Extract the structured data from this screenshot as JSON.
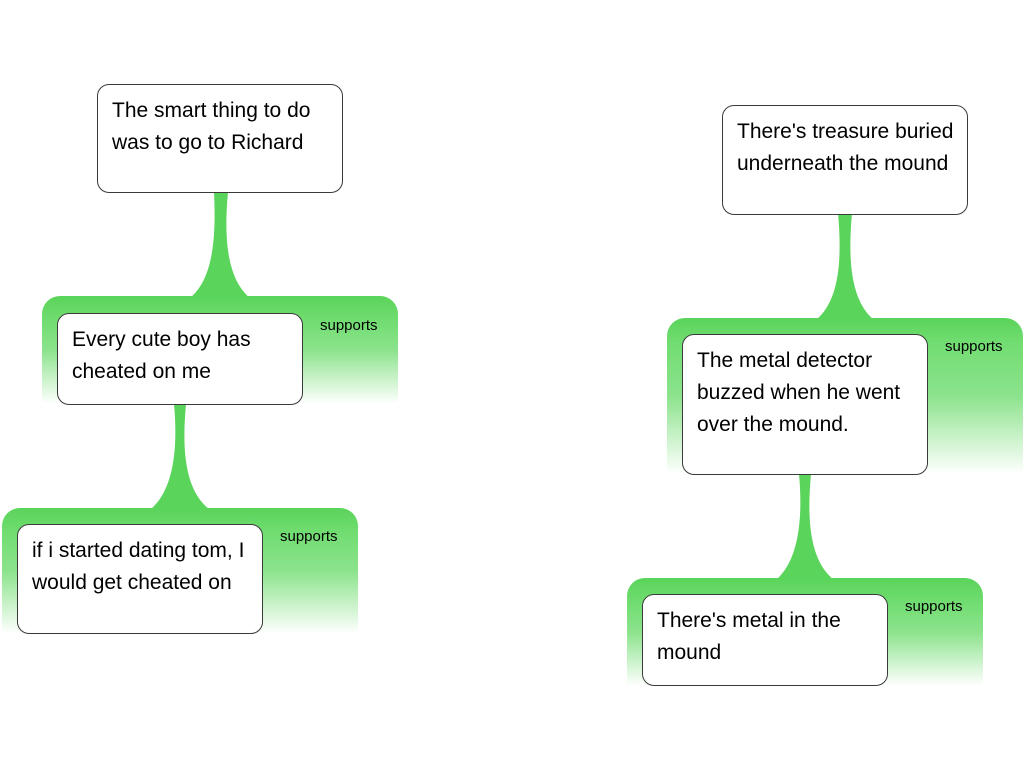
{
  "colors": {
    "support_green": "#5ad45a",
    "node_border": "#3a3a3a"
  },
  "argument_maps": [
    {
      "claim": "The smart thing to do was to go to Richard",
      "premise": {
        "relation": "supports",
        "text": "Every cute boy has cheated on me"
      },
      "sub_premise": {
        "relation": "supports",
        "text": "if i started dating tom, I would get cheated on"
      }
    },
    {
      "claim": "There's treasure buried underneath the mound",
      "premise": {
        "relation": "supports",
        "text": "The metal detector buzzed when he went over the mound."
      },
      "sub_premise": {
        "relation": "supports",
        "text": "There's metal in the mound"
      }
    }
  ]
}
